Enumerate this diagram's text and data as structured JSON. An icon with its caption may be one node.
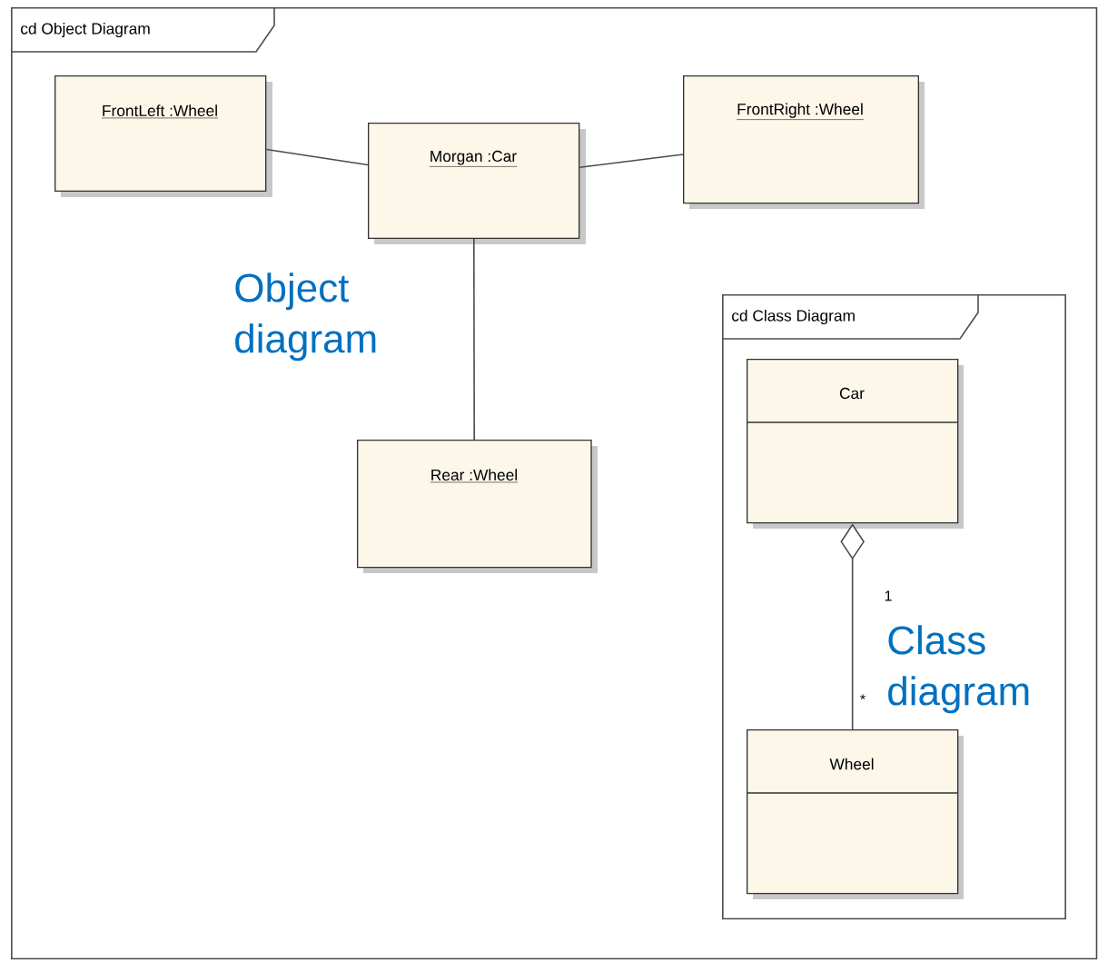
{
  "diagram": {
    "nodes": [
      {
        "text": [
          "cd Object Diagram"
        ]
      },
      {
        "text": [
          "FrontLeft :Wheel"
        ],
        "in": 0
      },
      {
        "text": [
          "Morgan :Car"
        ],
        "in": 0
      },
      {
        "text": [
          "FrontRight :Wheel"
        ],
        "in": 0
      },
      {
        "text": [
          "Rear :Wheel"
        ],
        "in": 0
      },
      {
        "text": [
          "cd Class Diagram"
        ],
        "in": 0
      },
      {
        "text": [
          "Car"
        ],
        "in": 5
      },
      {
        "text": [
          "Wheel"
        ],
        "in": 5
      }
    ],
    "edges": [
      {
        "from": 1,
        "to": 2,
        "arrow": "none"
      },
      {
        "from": 2,
        "to": 3,
        "arrow": "none"
      },
      {
        "from": 2,
        "to": 4,
        "arrow": "none"
      },
      {
        "from": 6,
        "to": 7,
        "arrow": "other"
      }
    ],
    "labels": [
      "Object diagram",
      "1",
      "Class diagram",
      "*"
    ]
  }
}
